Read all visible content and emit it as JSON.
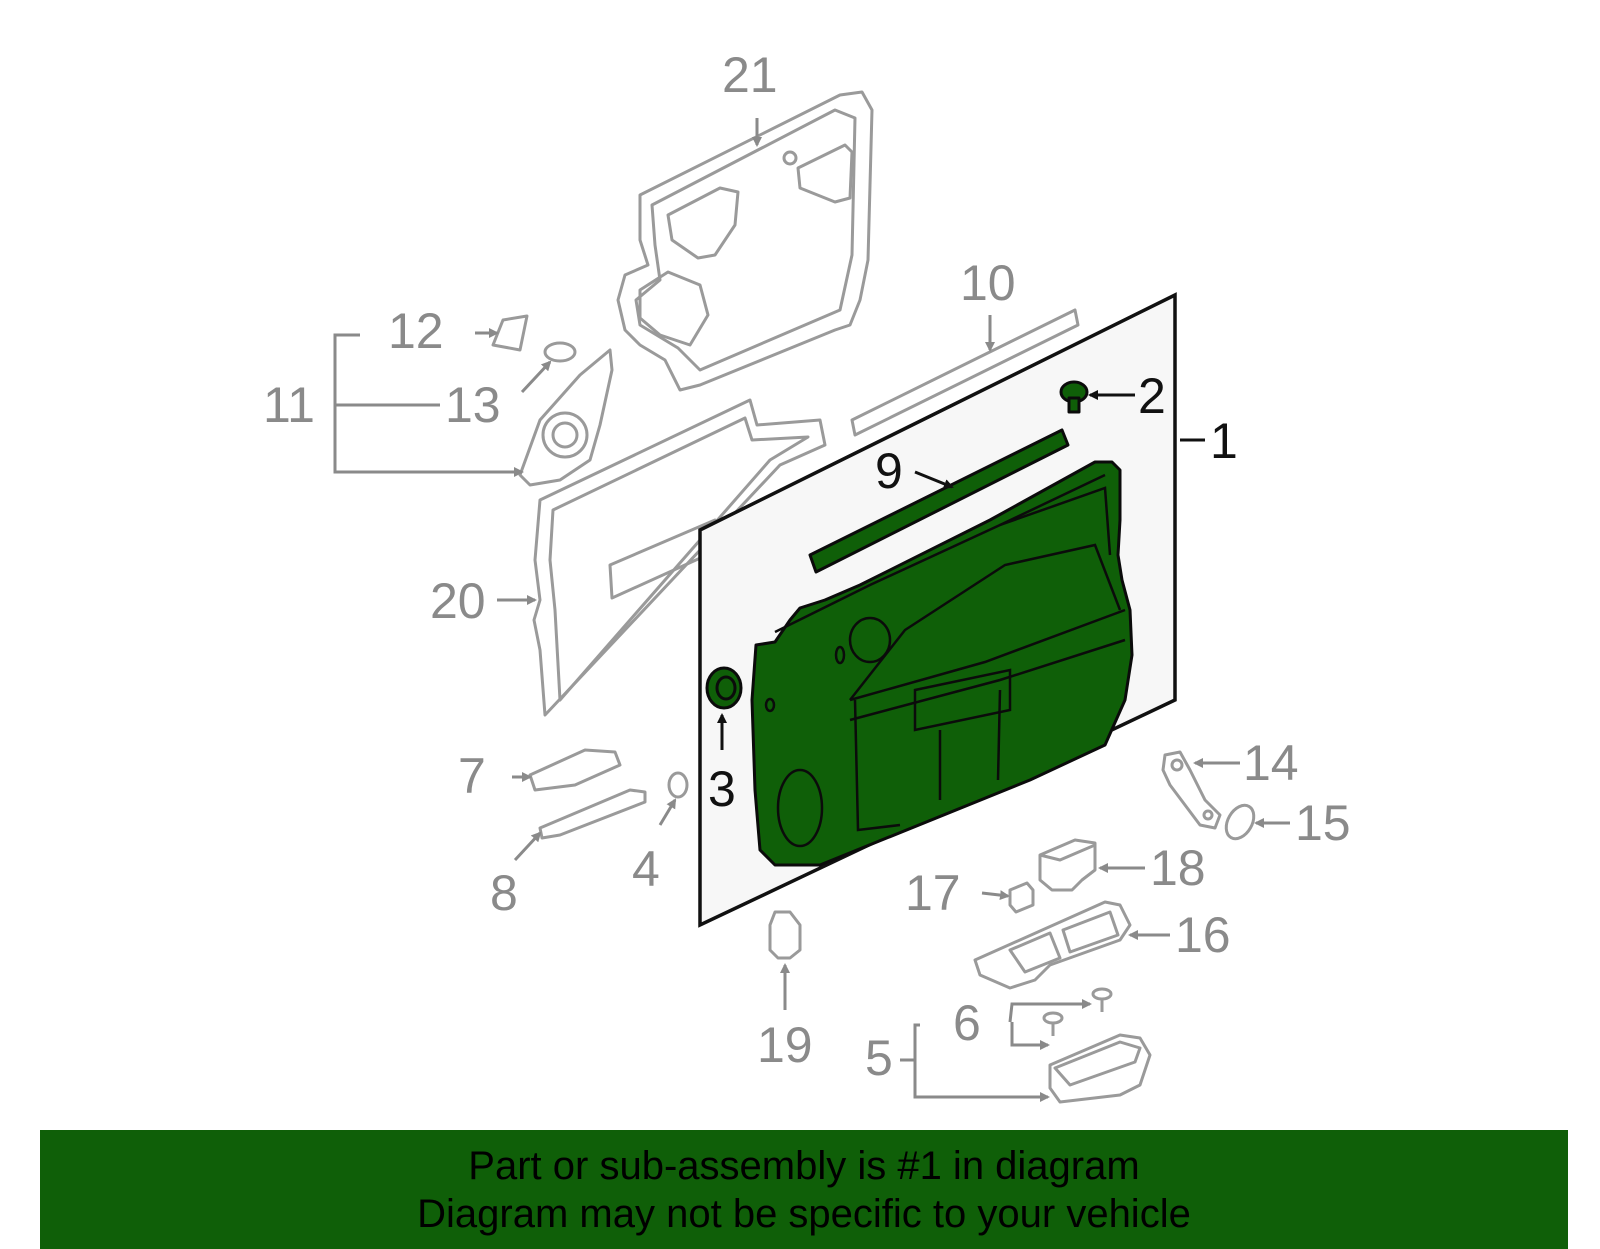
{
  "callouts": {
    "c1": "1",
    "c2": "2",
    "c3": "3",
    "c4": "4",
    "c5": "5",
    "c6": "6",
    "c7": "7",
    "c8": "8",
    "c9": "9",
    "c10": "10",
    "c11": "11",
    "c12": "12",
    "c13": "13",
    "c14": "14",
    "c15": "15",
    "c16": "16",
    "c17": "17",
    "c18": "18",
    "c19": "19",
    "c20": "20",
    "c21": "21"
  },
  "banner": {
    "line1": "Part or sub-assembly is #1 in diagram",
    "line2": "Diagram may not be specific to your vehicle"
  },
  "colors": {
    "highlight": "#0f5f08",
    "part_gray": "#9a9a9a",
    "banner_bg": "#0f5f08"
  }
}
